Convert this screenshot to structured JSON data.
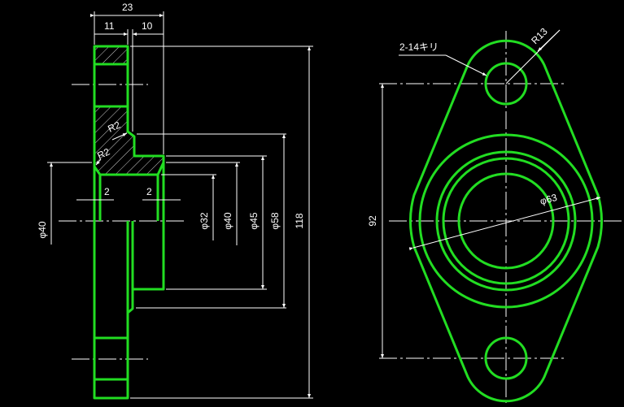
{
  "drawing": {
    "title": "Flange bearing housing",
    "colors": {
      "outline": "#22dd22",
      "dimension": "#ffffff",
      "background": "#000000"
    },
    "side_view": {
      "dims": {
        "overall_width": "23",
        "flange_width": "11",
        "hub_width": "10",
        "chamfer_left": "2",
        "chamfer_right": "2",
        "fillet_upper": "R2",
        "fillet_lower": "R2",
        "bore_left": "φ40",
        "dia_32": "φ32",
        "dia_40": "φ40",
        "dia_45": "φ45",
        "dia_58": "φ58",
        "height": "118"
      }
    },
    "front_view": {
      "dims": {
        "hole_note": "2-14キリ",
        "lobe_radius": "R13",
        "outer_dia": "φ63",
        "hole_pitch": "92"
      }
    }
  }
}
